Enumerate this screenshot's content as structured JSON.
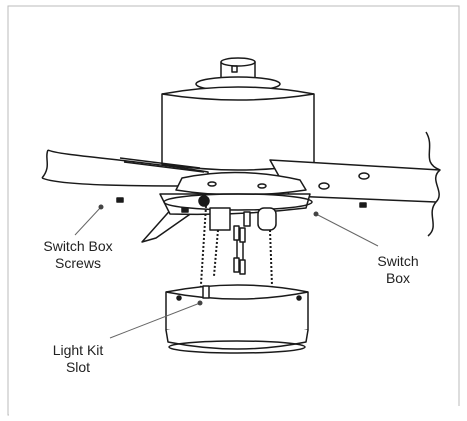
{
  "callouts": {
    "switch_box_screws": {
      "line1": "Switch Box",
      "line2": "Screws"
    },
    "switch_box": {
      "line1": "Switch",
      "line2": "Box"
    },
    "light_kit_slot": {
      "line1": "Light Kit",
      "line2": "Slot"
    }
  },
  "colors": {
    "ink": "#1a1a1a",
    "leader": "#666666",
    "frame": "#bbbbbb",
    "label": "#222222"
  }
}
